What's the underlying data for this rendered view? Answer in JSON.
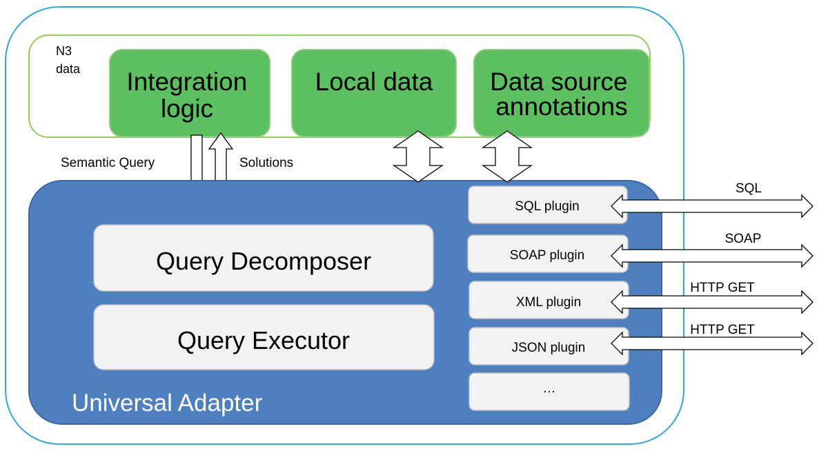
{
  "n3_label": [
    "N3",
    "data"
  ],
  "green_boxes": [
    {
      "lines": [
        "Integration",
        "logic"
      ]
    },
    {
      "lines": [
        "Local data"
      ]
    },
    {
      "lines": [
        "Data source",
        "annotations"
      ]
    }
  ],
  "arrows": {
    "semantic_query": "Semantic Query",
    "solutions": "Solutions"
  },
  "adapter": {
    "title": "Universal Adapter",
    "decomposer": "Query Decomposer",
    "executor": "Query Executor"
  },
  "plugins": [
    {
      "label": "SQL plugin",
      "protocol": "SQL"
    },
    {
      "label": "SOAP plugin",
      "protocol": "SOAP"
    },
    {
      "label": "XML plugin",
      "protocol": "HTTP GET"
    },
    {
      "label": "JSON plugin",
      "protocol": "HTTP GET"
    },
    {
      "label": "…",
      "protocol": ""
    }
  ],
  "colors": {
    "outer_border": "#29a9e0",
    "n3_border": "#92d050",
    "green_fill": "#5cbf60",
    "green_border": "#8ccf7a",
    "adapter_fill": "#4e7fbe",
    "adapter_border": "#3a68a6",
    "light_box": "#f2f2f2",
    "light_box_border": "#bfbfbf",
    "text_dark": "#000000",
    "text_light": "#ffffff"
  }
}
